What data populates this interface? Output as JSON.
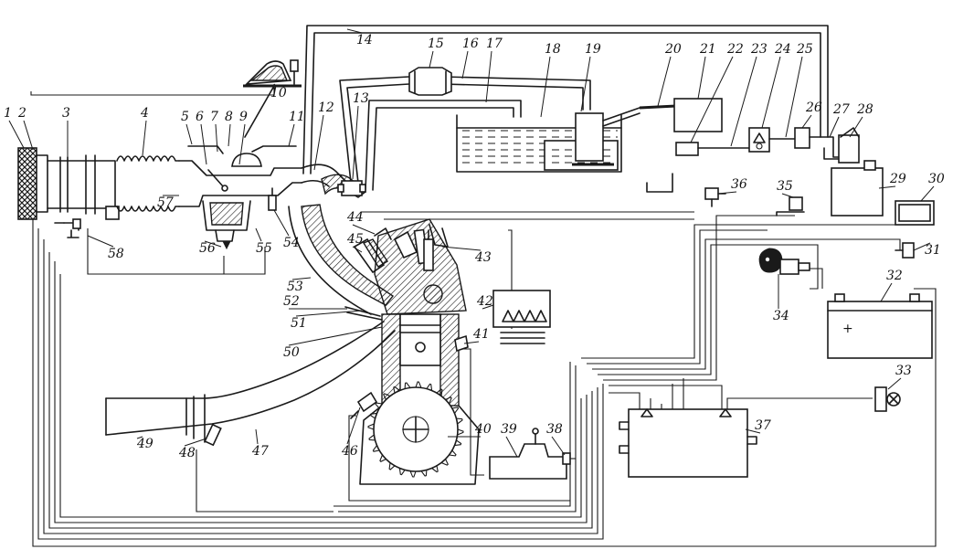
{
  "labels": {
    "n1": "1",
    "n2": "2",
    "n3": "3",
    "n4": "4",
    "n5": "5",
    "n6": "6",
    "n7": "7",
    "n8": "8",
    "n9": "9",
    "n10": "10",
    "n11": "11",
    "n12": "12",
    "n13": "13",
    "n14": "14",
    "n15": "15",
    "n16": "16",
    "n17": "17",
    "n18": "18",
    "n19": "19",
    "n20": "20",
    "n21": "21",
    "n22": "22",
    "n23": "23",
    "n24": "24",
    "n25": "25",
    "n26": "26",
    "n27": "27",
    "n28": "28",
    "n29": "29",
    "n30": "30",
    "n31": "31",
    "n32": "32",
    "n33": "33",
    "n34": "34",
    "n35": "35",
    "n36": "36",
    "n37": "37",
    "n38": "38",
    "n39": "39",
    "n40": "40",
    "n41": "41",
    "n42": "42",
    "n43": "43",
    "n44": "44",
    "n45": "45",
    "n46": "46",
    "n47": "47",
    "n48": "48",
    "n49": "49",
    "n50": "50",
    "n51": "51",
    "n52": "52",
    "n53": "53",
    "n54": "54",
    "n55": "55",
    "n56": "56",
    "n57": "57",
    "n58": "58"
  },
  "symbols": {
    "battery_plus": "+"
  },
  "colors": {
    "ink": "#1a1a1a",
    "paper": "#ffffff"
  }
}
